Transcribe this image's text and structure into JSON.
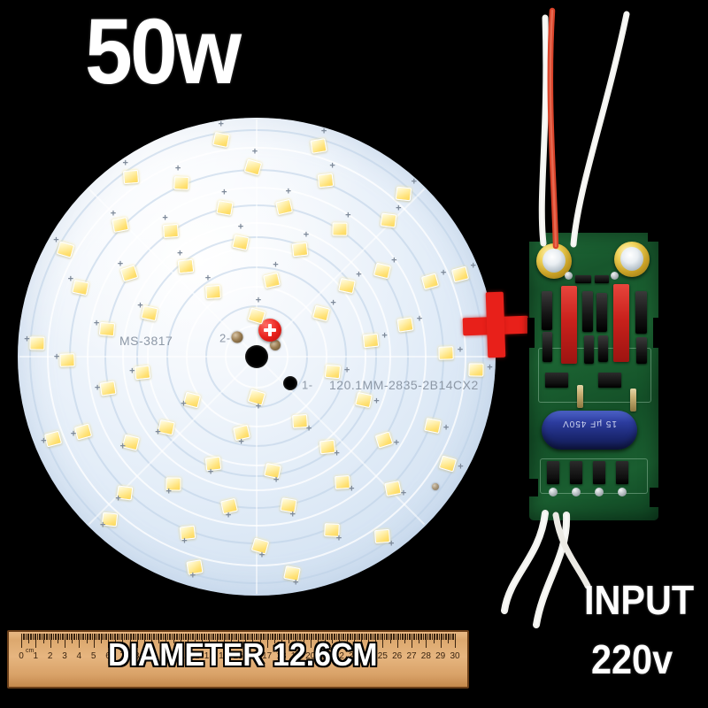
{
  "background_color": "#000000",
  "headline": {
    "text": "50w"
  },
  "led_board": {
    "silkscreen": {
      "model": "MS-3817",
      "terminal_2": "2-",
      "terminal_1": "1-",
      "spec": "120.1MM-2835-2B14CX2"
    },
    "polarity_badge": "+",
    "board_color": "#e3edf8",
    "led_color": "#ffe071",
    "led_count": 70,
    "rings": [
      {
        "radius": 46,
        "count": 4
      },
      {
        "radius": 88,
        "count": 8
      },
      {
        "radius": 130,
        "count": 12
      },
      {
        "radius": 172,
        "count": 16
      },
      {
        "radius": 214,
        "count": 16
      },
      {
        "radius": 248,
        "count": 14
      }
    ]
  },
  "separator": {
    "symbol": "+",
    "color": "#e8201a"
  },
  "driver_board": {
    "pcb_color": "#1a5e30",
    "capacitor_label": "15 µF 450V",
    "capacitor_color": "#2c3c9e",
    "wires_top": [
      "white",
      "red",
      "white"
    ],
    "wires_bottom": [
      "white",
      "white"
    ]
  },
  "ruler": {
    "unit_label": "cm",
    "start": 0,
    "end": 30,
    "numbers": [
      0,
      1,
      2,
      3,
      4,
      5,
      6,
      7,
      8,
      9,
      10,
      11,
      12,
      13,
      14,
      15,
      16,
      17,
      18,
      19,
      20,
      21,
      22,
      23,
      24,
      25,
      26,
      27,
      28,
      29,
      30
    ],
    "wood_color": "#dca86e"
  },
  "captions": {
    "diameter": "DIAMETER 12.6CM",
    "input_label": "INPUT",
    "input_voltage": "220v"
  }
}
